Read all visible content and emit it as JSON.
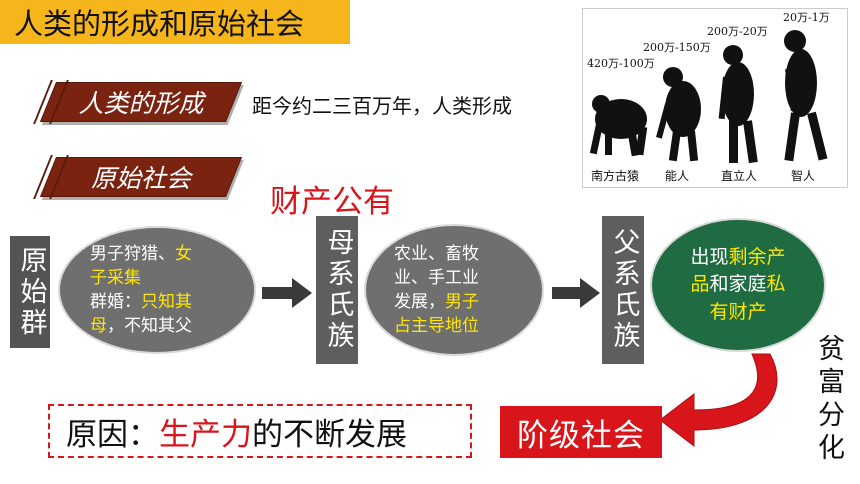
{
  "title": "人类的形成和原始社会",
  "section1": {
    "label": "人类的形成",
    "text": "距今约二三百万年，人类形成"
  },
  "section2": {
    "label": "原始社会"
  },
  "caption_public": "财产公有",
  "stages": {
    "primitive_group": "原始群",
    "matriarchal_clan": "母系氏族",
    "patriarchal_clan": "父系氏族"
  },
  "ellipse1": {
    "line1_a": "男子狩猎、",
    "line1_b": "女",
    "line2": "子采集",
    "line3_a": "群婚",
    "line3_b": "：",
    "line3_c": "只知其",
    "line4_a": "母",
    "line4_b": "，不知其父"
  },
  "ellipse2": {
    "line1": "农业、畜牧",
    "line2": "业、手工业",
    "line3_a": "发展，",
    "line3_b": "男子",
    "line4": "占主导地位"
  },
  "ellipse3": {
    "line1_a": "出现",
    "line1_b": "剩余产",
    "line2_a": "品",
    "line2_b": "和家庭",
    "line2_c": "私",
    "line3": "有财产"
  },
  "reason": {
    "prefix": "原因：",
    "highlight": "生产力",
    "suffix": "的不断发展"
  },
  "class_society": "阶级社会",
  "polarization": "贫富分化",
  "evolution": {
    "ranges": [
      "420万-100万",
      "200万-150万",
      "200万-20万",
      "20万-1万"
    ],
    "names": [
      "南方古猿",
      "能人",
      "直立人",
      "智人"
    ]
  },
  "colors": {
    "title_bg": "#f5b51b",
    "label_bg": "#7a2310",
    "accent_red": "#d7151b",
    "highlight_yellow": "#ffe600",
    "ellipse_green": "#1f6b42"
  }
}
